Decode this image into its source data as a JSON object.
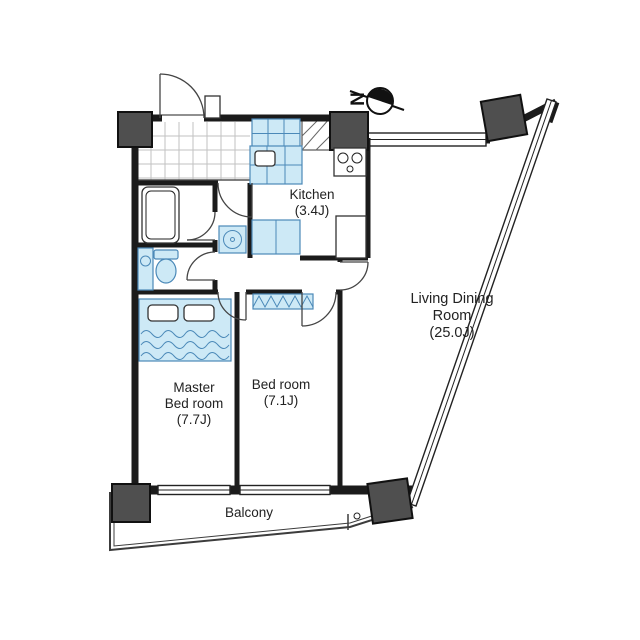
{
  "floorplan": {
    "compass": {
      "label": "N"
    },
    "rooms": {
      "kitchen": {
        "name": "Kitchen",
        "size": "(3.4J)"
      },
      "living_dining": {
        "name_line1": "Living Dining",
        "name_line2": "Room",
        "size": "(25.0J)"
      },
      "bedroom": {
        "name": "Bed room",
        "size": "(7.1J)"
      },
      "master_bedroom": {
        "name_line1": "Master",
        "name_line2": "Bed room",
        "size": "(7.7J)"
      },
      "balcony": {
        "name": "Balcony"
      }
    },
    "colors": {
      "wall": "#1b1b1b",
      "pillar": "#4f4f4f",
      "fixture_fill": "#cde9f6",
      "fixture_stroke": "#4b89b8",
      "tile_line": "#c2c2c2",
      "text": "#222222"
    }
  }
}
